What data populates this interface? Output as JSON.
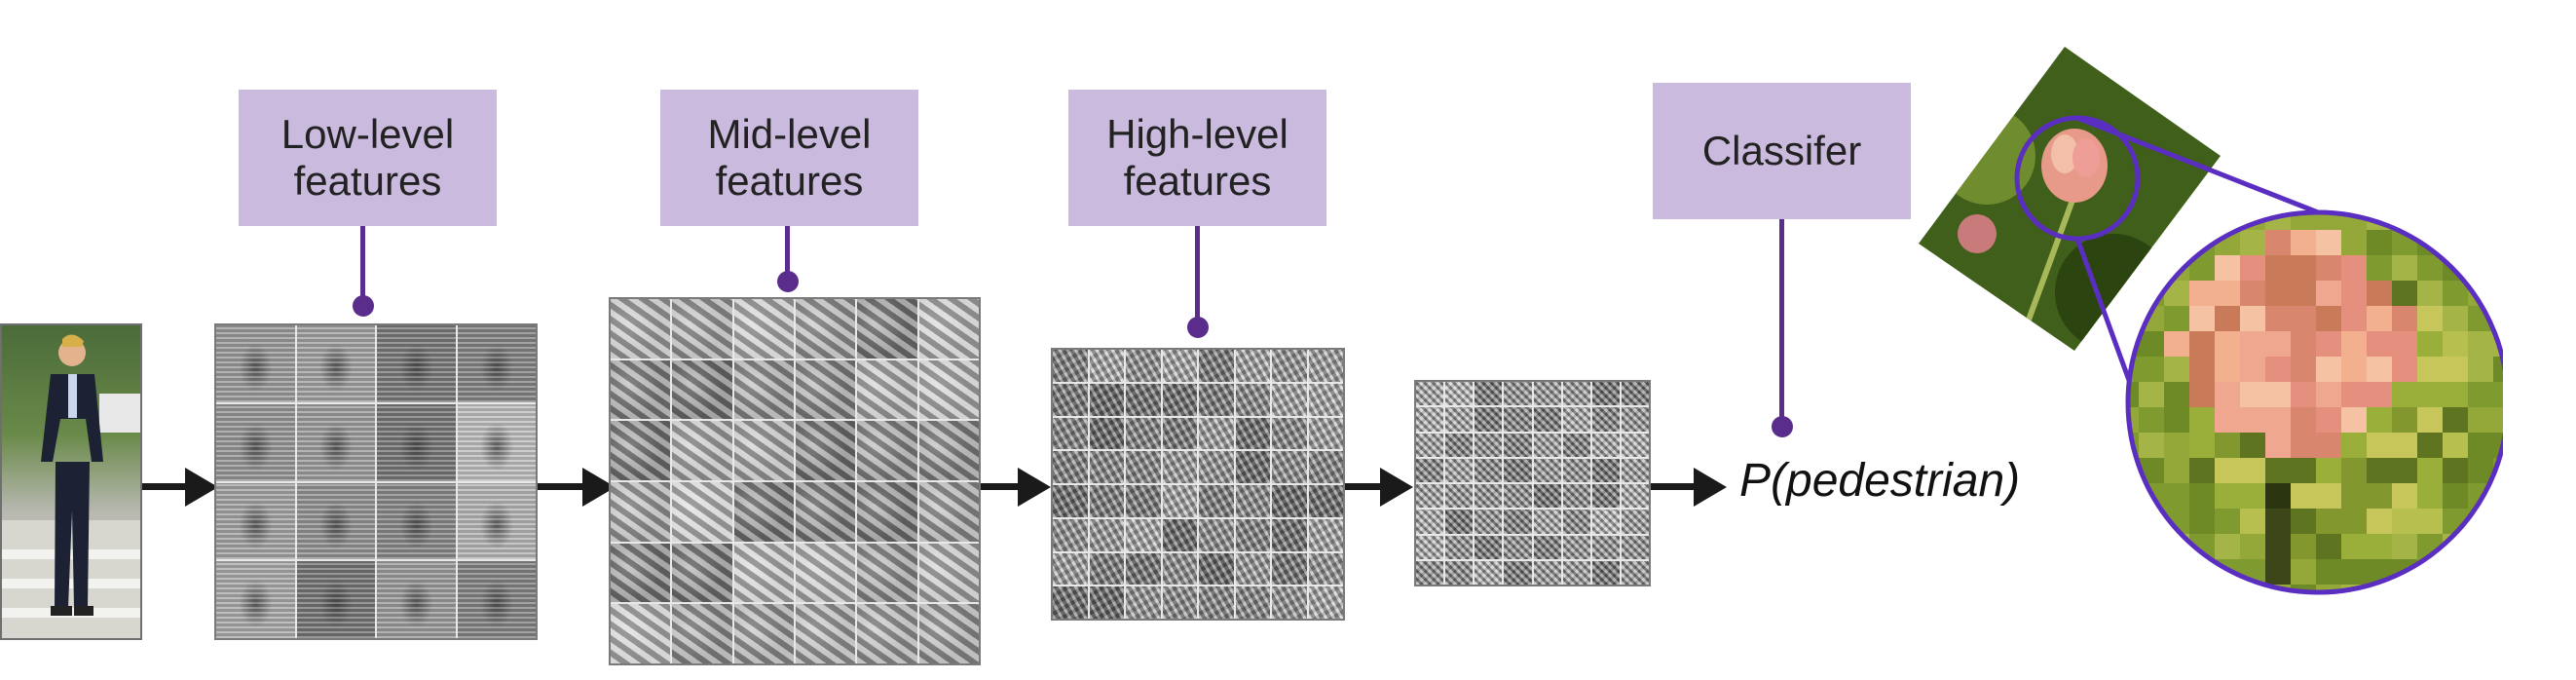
{
  "labels": {
    "low": [
      "Low-level",
      "features"
    ],
    "mid": [
      "Mid-level",
      "features"
    ],
    "high": [
      "High-level",
      "features"
    ],
    "classifier": "Classifer"
  },
  "output": "P(pedestrian)",
  "colors": {
    "label_box": "#c9bade",
    "connector": "#5a2d8c",
    "arrow": "#1a1a1a",
    "zoom_ring": "#5a2ec0"
  },
  "grids": {
    "low": {
      "rows": 4,
      "cols": 4
    },
    "mid": {
      "rows": 6,
      "cols": 6
    },
    "high": {
      "rows": 8,
      "cols": 8
    },
    "top": {
      "rows": 8,
      "cols": 8
    }
  }
}
